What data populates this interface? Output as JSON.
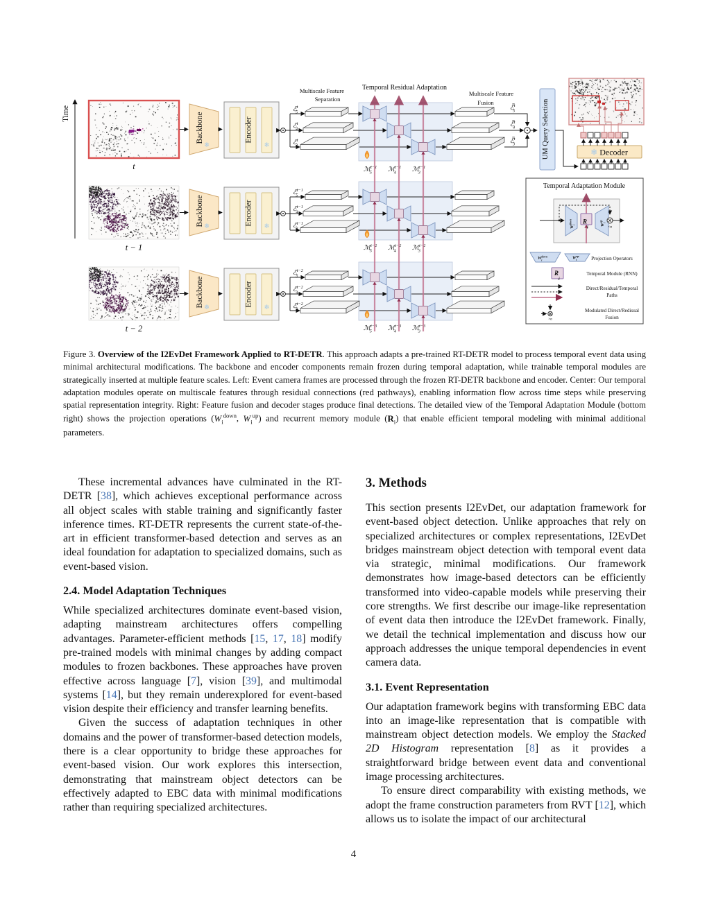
{
  "page": {
    "number": "4"
  },
  "colors": {
    "citation_blue": "#4875B4",
    "red_pathway": "#C2728E",
    "red_arrow": "#8F2D4E",
    "backbone_fill": "#FBE7C6",
    "encoder_bar_fill": "#FAF0D0",
    "adapter_blue": "#CFDDF1",
    "module_purple": "#E7D6E2",
    "region_blue": "#E9EFF8",
    "um_fill": "#D9E6F7",
    "decoder_fill": "#FBE9C6",
    "bbox_red": "#C62828",
    "frame_border_red": "#D94F4F",
    "snowflake_blue": "#A9CBE8"
  },
  "figure": {
    "time_label": "Time",
    "separation_title": [
      "Multiscale Feature",
      "Separation"
    ],
    "adaptation_title": "Temporal Residual Adaptation",
    "fusion_title": [
      "Multiscale Feature",
      "Fusion"
    ],
    "backbone_label": "Backbone",
    "encoder_label": "Encoder",
    "um_label": "UM Query Selection",
    "decoder_label": "Decoder",
    "snowflake": "❄",
    "e_base": "ℰ",
    "e_fused_base": "ℰ̃",
    "m_base": "ℳ",
    "subs": [
      "5",
      "4",
      "3"
    ],
    "rows": [
      {
        "frame_label": "t",
        "sup": "t",
        "mem_sup": "t−1"
      },
      {
        "frame_label": "t − 1",
        "sup": "t−1",
        "mem_sup": "t−2"
      },
      {
        "frame_label": "t − 2",
        "sup": "t−2",
        "mem_sup": "t−3"
      }
    ],
    "tam": {
      "title": "Temporal Adaptation Module",
      "w_down": {
        "base": "W",
        "sub": "i",
        "sup": "down"
      },
      "w_up": {
        "base": "W",
        "sub": "i",
        "sup": "up"
      },
      "r": {
        "base": "R",
        "sub": "i"
      },
      "alpha": "×α",
      "legend": [
        [
          "Projection Operators"
        ],
        [
          "Temporal Module (RNN)"
        ],
        [
          "Direct/Residual/Temporal",
          "Paths"
        ],
        [
          "Modulated Direct/Redisual",
          "Fusion"
        ]
      ]
    }
  },
  "caption": {
    "segments": [
      {
        "t": "Figure 3. "
      },
      {
        "t": "Overview of the I2EvDet Framework Applied to RT-DETR",
        "b": true
      },
      {
        "t": ". This approach adapts a pre-trained RT-DETR model to process temporal event data using minimal architectural modifications.  The backbone and encoder components remain frozen during temporal adaptation, while trainable temporal modules are strategically inserted at multiple feature scales. Left: Event camera frames are processed through the frozen RT-DETR backbone and encoder.  Center: Our temporal adaptation modules operate on multiscale features through residual connections (red pathways), enabling information flow across time steps while preserving spatial representation integrity.  Right: Feature fusion and decoder stages produce final detections. The detailed view of the Temporal Adaptation Module (bottom right) shows the projection operations ("
      },
      {
        "m": {
          "base": "W",
          "sub": "i",
          "sup": "down"
        }
      },
      {
        "t": ", "
      },
      {
        "m": {
          "base": "W",
          "sub": "i",
          "sup": "up"
        }
      },
      {
        "t": ") and recurrent memory module ("
      },
      {
        "m": {
          "base": "R",
          "sub": "i",
          "bold": true
        }
      },
      {
        "t": ") that enable efficient temporal modeling with minimal additional parameters."
      }
    ]
  },
  "left_column": [
    {
      "type": "para",
      "indent": true,
      "segs": [
        {
          "t": "These incremental advances have culminated in the RT-DETR ["
        },
        {
          "t": "38",
          "c": true
        },
        {
          "t": "], which achieves exceptional performance across all object scales with stable training and significantly faster inference times.  RT-DETR represents the current state-of-the-art in efficient transformer-based detection and serves as an ideal foundation for adaptation to specialized domains, such as event-based vision."
        }
      ]
    },
    {
      "type": "heading",
      "level": "sub",
      "text": "2.4. Model Adaptation Techniques"
    },
    {
      "type": "para",
      "indent": false,
      "segs": [
        {
          "t": "While specialized architectures dominate event-based vision, adapting mainstream architectures offers compelling advantages.  Parameter-efficient methods ["
        },
        {
          "t": "15",
          "c": true
        },
        {
          "t": ", "
        },
        {
          "t": "17",
          "c": true
        },
        {
          "t": ", "
        },
        {
          "t": "18",
          "c": true
        },
        {
          "t": "] modify pre-trained models with minimal changes by adding compact modules to frozen backbones.  These approaches have proven effective across language ["
        },
        {
          "t": "7",
          "c": true
        },
        {
          "t": "], vision ["
        },
        {
          "t": "39",
          "c": true
        },
        {
          "t": "], and multimodal systems ["
        },
        {
          "t": "14",
          "c": true
        },
        {
          "t": "], but they remain underexplored for event-based vision despite their efficiency and transfer learning benefits."
        }
      ]
    },
    {
      "type": "para",
      "indent": true,
      "segs": [
        {
          "t": "Given the success of adaptation techniques in other domains and the power of transformer-based detection models, there is a clear opportunity to bridge these approaches for event-based vision. Our work explores this intersection, demonstrating that mainstream object detectors can be effectively adapted to EBC data with minimal modifications rather than requiring specialized architectures."
        }
      ]
    }
  ],
  "right_column": [
    {
      "type": "heading",
      "level": "main",
      "text": "3. Methods"
    },
    {
      "type": "para",
      "indent": false,
      "segs": [
        {
          "t": "This section presents I2EvDet, our adaptation framework for event-based object detection.  Unlike approaches that rely on specialized architectures or complex representations, I2EvDet bridges mainstream object detection with temporal event data via strategic, minimal modifications. Our framework demonstrates how image-based detectors can be efficiently transformed into video-capable models while preserving their core strengths.  We first describe our image-like representation of event data then introduce the I2EvDet framework.  Finally, we detail the technical implementation and discuss how our approach addresses the unique temporal dependencies in event camera data."
        }
      ]
    },
    {
      "type": "heading",
      "level": "sub",
      "text": "3.1. Event Representation"
    },
    {
      "type": "para",
      "indent": false,
      "segs": [
        {
          "t": "Our adaptation framework begins with transforming EBC data into an image-like representation that is compatible with mainstream object detection models.  We employ the "
        },
        {
          "t": "Stacked 2D Histogram",
          "i": true
        },
        {
          "t": " representation ["
        },
        {
          "t": "8",
          "c": true
        },
        {
          "t": "] as it provides a straightforward bridge between event data and conventional image processing architectures."
        }
      ]
    },
    {
      "type": "para",
      "indent": true,
      "segs": [
        {
          "t": "To ensure direct comparability with existing methods, we adopt the frame construction parameters from RVT ["
        },
        {
          "t": "12",
          "c": true
        },
        {
          "t": "], which allows us to isolate the impact of our architectural"
        }
      ]
    }
  ]
}
